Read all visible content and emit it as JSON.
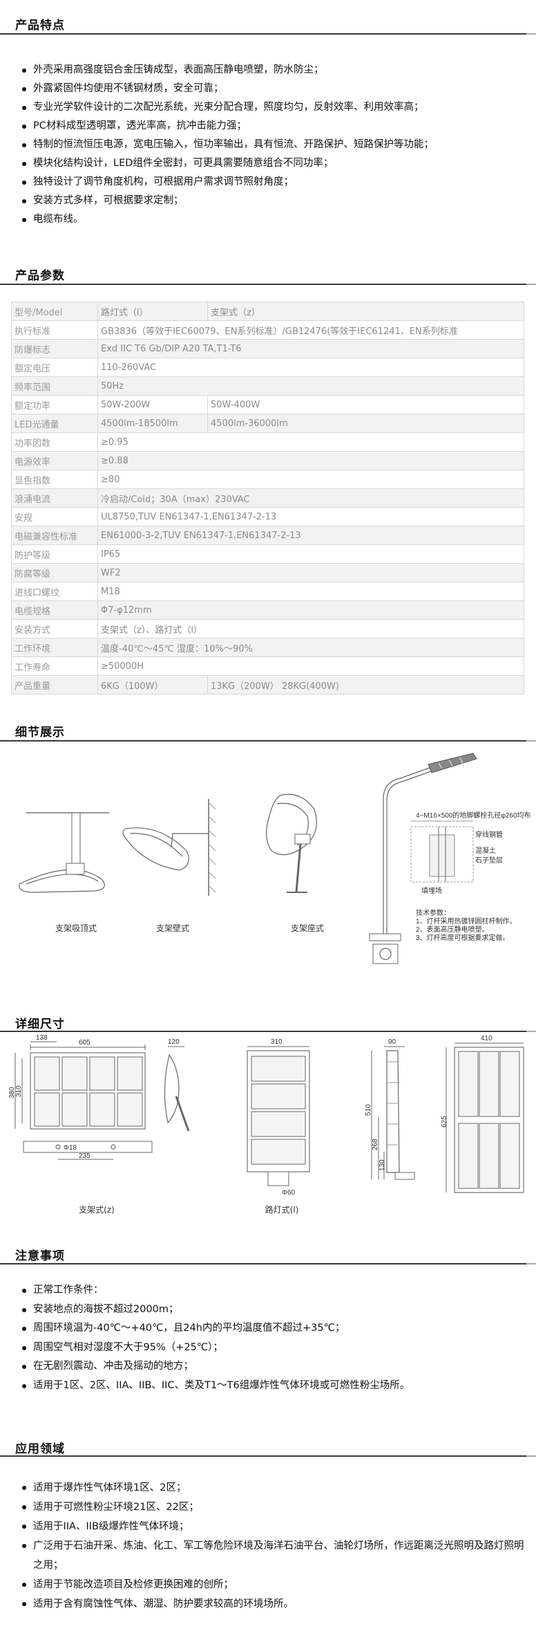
{
  "features": {
    "title": "产品特点",
    "items": [
      "外壳采用高强度铝合金压铸成型，表面高压静电喷塑，防水防尘；",
      "外露紧固件均使用不锈钢材质，安全可靠；",
      "专业光学软件设计的二次配光系统，光束分配合理，照度均匀，反射效率、利用效率高；",
      "PC材料成型透明罩，透光率高，抗冲击能力强；",
      "特制的恒流恒压电源，宽电压输入，恒功率输出，具有恒流、开路保护、短路保护等功能；",
      "模块化结构设计，LED组件全密封，可更具需要随意组合不同功率；",
      "独特设计了调节角度机构，可根据用户需求调节照射角度；",
      "安装方式多样，可根据要求定制；",
      "电缆布线。"
    ]
  },
  "params": {
    "title": "产品参数",
    "rows": [
      {
        "k": "型号/Model",
        "v1": "路灯式（l）",
        "v2": "支架式（z）"
      },
      {
        "k": "执行标准",
        "v": "GB3836（等效于IEC60079、EN系列标准）/GB12476(等效于IEC61241、EN系列标准"
      },
      {
        "k": "防爆标志",
        "v": "Exd IIC T6 Gb/DIP A20 TA,T1-T6"
      },
      {
        "k": "额定电压",
        "v": "110-260VAC"
      },
      {
        "k": "频率范围",
        "v": "50Hz"
      },
      {
        "k": "额定功率",
        "v1": "50W-200W",
        "v2": "50W-400W"
      },
      {
        "k": "LED光通量",
        "v1": "4500lm-18500lm",
        "v2": "4500lm-36000lm"
      },
      {
        "k": "功率因数",
        "v": "≥0.95"
      },
      {
        "k": "电源效率",
        "v": "≥0.88"
      },
      {
        "k": "显色指数",
        "v": "≥80"
      },
      {
        "k": "浪涌电流",
        "v": "冷启动/Cold；30A（max）230VAC"
      },
      {
        "k": "安规",
        "v": "UL8750,TUV EN61347-1,EN61347-2-13"
      },
      {
        "k": "电磁兼容性标准",
        "v": "EN61000-3-2,TUV EN61347-1,EN61347-2-13"
      },
      {
        "k": "防护等级",
        "v": "IP65"
      },
      {
        "k": "防腐等级",
        "v": "WF2"
      },
      {
        "k": "进线口螺纹",
        "v": "M18"
      },
      {
        "k": "电缆规格",
        "v": "Φ7-φ12mm"
      },
      {
        "k": "安装方式",
        "v": "支架式（z）、路灯式（l）"
      },
      {
        "k": "工作环境",
        "v": "温度-40℃～45℃   湿度：10%～90%"
      },
      {
        "k": "工作寿命",
        "v": "≥50000H"
      },
      {
        "k": "产品重量",
        "v1": "6KG（100W）",
        "v2": "13KG（200W）  28KG(400W)"
      }
    ]
  },
  "details": {
    "title": "细节展示",
    "captions": [
      "支架吸顶式",
      "支架壁式",
      "支架座式"
    ],
    "pole_notes": {
      "top": "4~M16×500的地脚螺栓孔径φ260均布",
      "pipe": "穿线钢管",
      "concrete": "混凝土",
      "gravel": "石子垫层",
      "earth": "填埋场",
      "tech_title": "技术参数：",
      "tech_1": "1、灯杆采用热镀锌圆柱杆制作。",
      "tech_2": "2、表面高压静电喷塑。",
      "tech_3": "3、灯杆高度可根据要求定做。"
    }
  },
  "dimensions": {
    "title": "详细尺寸",
    "caption_z": "支架式(z)",
    "caption_l": "路灯式(l)",
    "z": {
      "d138": "138",
      "d605": "605",
      "d120": "120",
      "d380": "380",
      "d310": "310",
      "d235": "235",
      "d18": "Φ18"
    },
    "l": {
      "d310": "310",
      "d90": "90",
      "d510": "510",
      "d268": "268",
      "d130": "130",
      "d60": "Φ60",
      "d410": "410",
      "d625": "625"
    }
  },
  "notes": {
    "title": "注意事项",
    "items": [
      "正常工作条件：",
      "安装地点的海拔不超过2000m；",
      "周围环境温为-40℃～+40℃，且24h内的平均温度值不超过+35℃；",
      "周围空气相对湿度不大于95%（+25℃）；",
      "在无剧烈震动、冲击及摇动的地方；",
      "适用于1区、2区、IIA、IIB、IIC、类及T1～T6组爆炸性气体环境或可燃性粉尘场所。"
    ]
  },
  "applications": {
    "title": "应用领域",
    "items": [
      "适用于爆炸性气体环境1区、2区；",
      "适用于可燃性粉尘环境21区、22区；",
      "适用于IIA、IIB级爆炸性气体环境；",
      "广泛用于石油开采、炼油、化工、军工等危险环境及海洋石油平台、油轮灯场所，作远距离泛光照明及路灯照明之用；",
      "适用于节能改造项目及检修更换困难的创所；",
      "适用于含有腐蚀性气体、潮湿、防护要求较高的环境场所。"
    ]
  }
}
